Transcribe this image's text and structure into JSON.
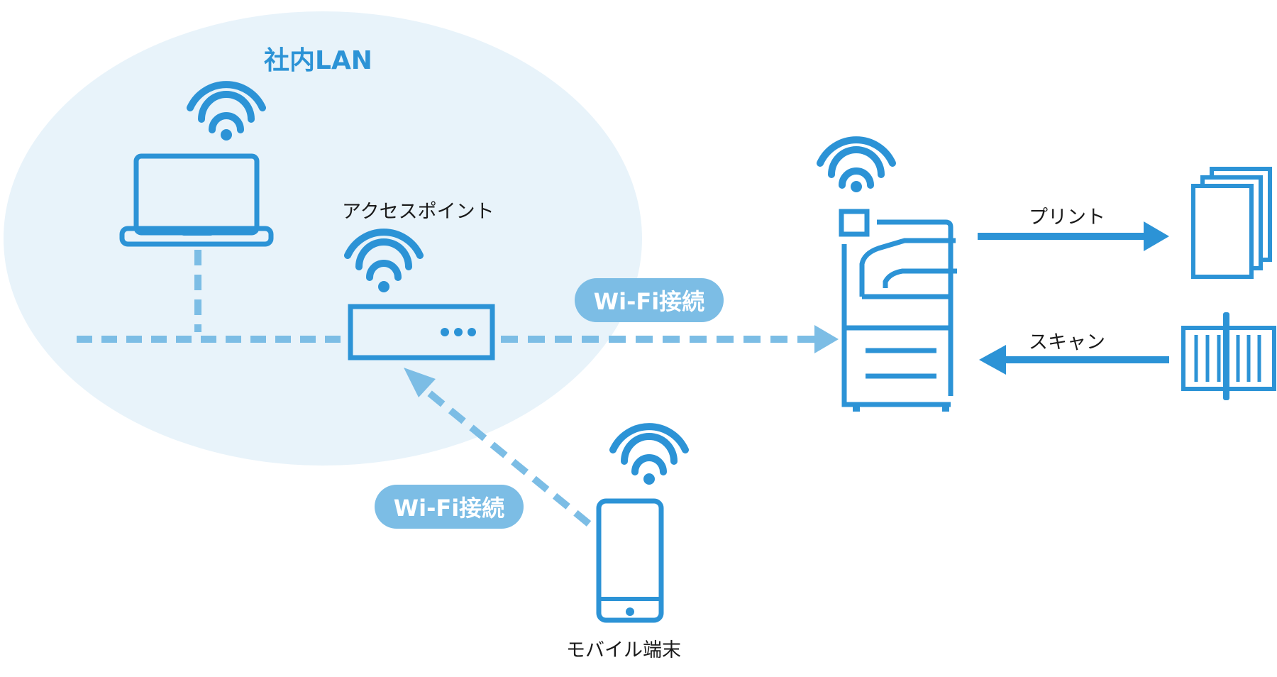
{
  "diagram": {
    "lan_label": "社内LAN",
    "access_point_label": "アクセスポイント",
    "wifi_connection_label_top": "Wi-Fi接続",
    "wifi_connection_label_bottom": "Wi-Fi接続",
    "print_label": "プリント",
    "scan_label": "スキャン",
    "mobile_label": "モバイル端末",
    "nodes": {
      "laptop": "laptop-icon",
      "access_point": "router-icon",
      "multifunction_printer": "printer-icon",
      "documents": "documents-icon",
      "scanned_original": "barcode-document-icon",
      "mobile": "smartphone-icon"
    },
    "colors": {
      "primary": "#2c93d6",
      "light_line": "#7cbde5",
      "lan_area": "#e8f3fa",
      "text": "#1a1a1a"
    }
  }
}
